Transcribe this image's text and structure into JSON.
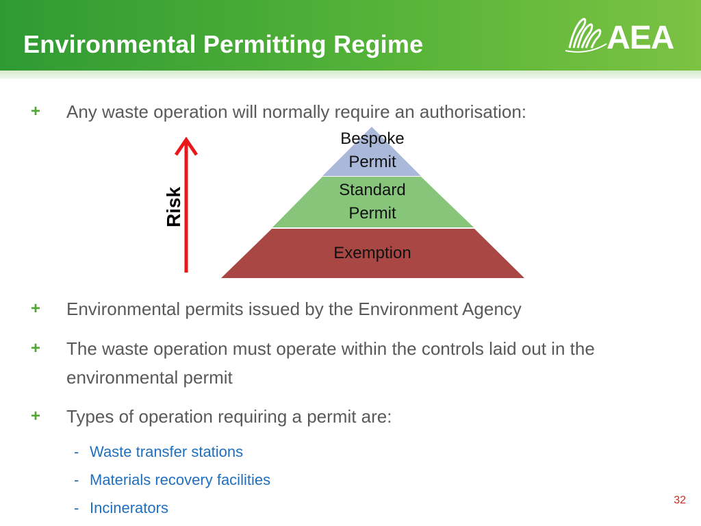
{
  "slide": {
    "title": "Environmental Permitting Regime",
    "logo_text": "AEA",
    "page_number": "32"
  },
  "bullets": [
    {
      "marker": "+",
      "text": "Any waste operation will normally require an authorisation:"
    },
    {
      "marker": "+",
      "text": "Environmental permits issued by the Environment Agency"
    },
    {
      "marker": "+",
      "text": "The waste operation must operate within the controls laid out in the environmental permit"
    },
    {
      "marker": "+",
      "text": "Types of operation requiring a permit are:"
    }
  ],
  "sub_bullets": [
    {
      "marker": "-",
      "text": "Waste transfer stations"
    },
    {
      "marker": "-",
      "text": "Materials recovery facilities"
    },
    {
      "marker": "-",
      "text": "Incinerators"
    }
  ],
  "pyramid": {
    "axis_label": "Risk",
    "levels": [
      {
        "line1": "Bespoke",
        "line2": "Permit",
        "color": "#aab9d9"
      },
      {
        "line1": "Standard",
        "line2": "Permit",
        "color": "#86c57a"
      },
      {
        "line1": "Exemption",
        "line2": "",
        "color": "#a94744"
      }
    ],
    "arrow_color": "#e8171a"
  }
}
